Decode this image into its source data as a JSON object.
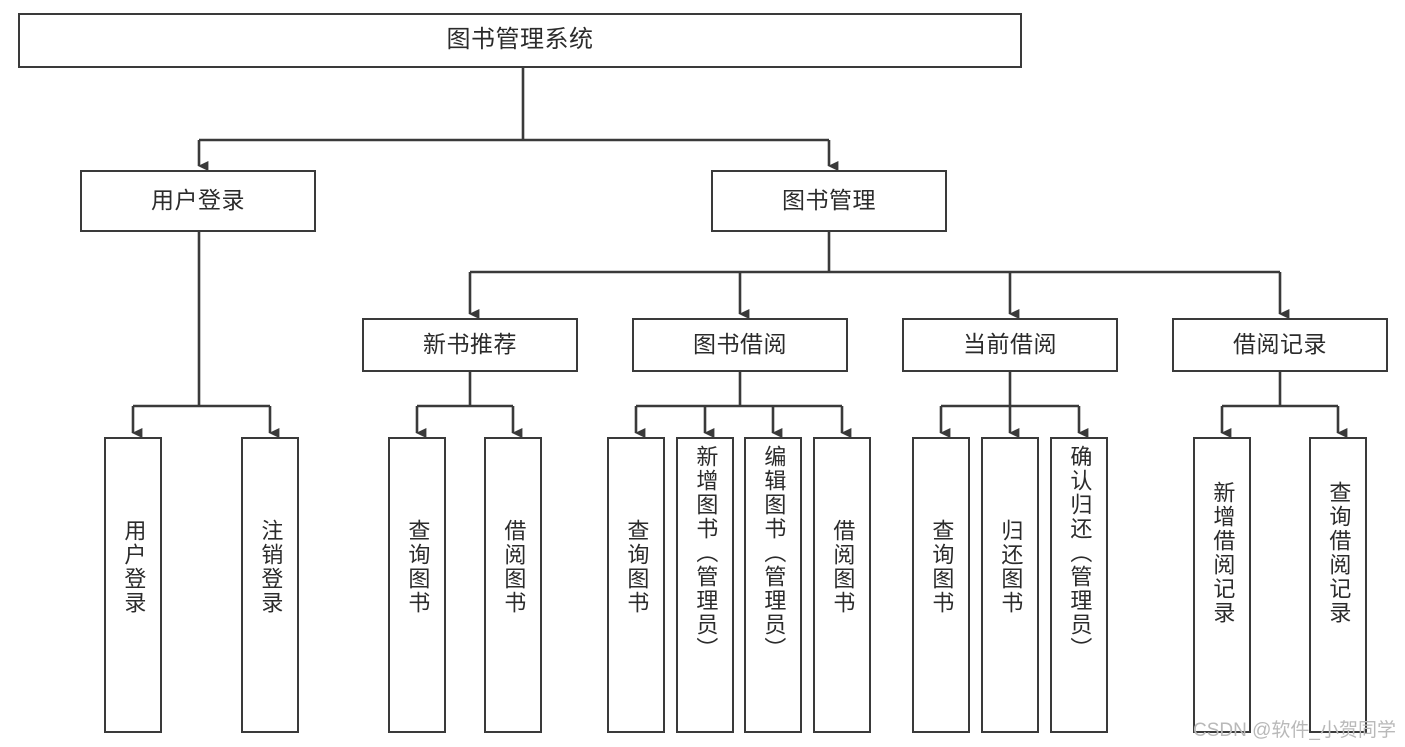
{
  "diagram": {
    "title": "图书管理系统",
    "type": "tree-hierarchy-chart",
    "orientation": "top-down",
    "line_color": "#3a3a3a",
    "box_fill": "#ffffff",
    "text_color": "#2b2b2b",
    "watermark": "CSDN @软件_小贺同学"
  },
  "nodes": {
    "root": {
      "label": "图书管理系统"
    },
    "level2": [
      {
        "label": "用户登录"
      },
      {
        "label": "图书管理"
      }
    ],
    "level3": [
      {
        "label": "新书推荐"
      },
      {
        "label": "图书借阅"
      },
      {
        "label": "当前借阅"
      },
      {
        "label": "借阅记录"
      }
    ],
    "leaves": {
      "user_login": [
        {
          "label": "用户登录"
        },
        {
          "label": "注销登录"
        }
      ],
      "new_book_recommend": [
        {
          "label": "查询图书"
        },
        {
          "label": "借阅图书"
        }
      ],
      "book_borrow": [
        {
          "label": "查询图书"
        },
        {
          "label": "新增图书（管理员）"
        },
        {
          "label": "编辑图书（管理员）"
        },
        {
          "label": "借阅图书"
        }
      ],
      "current_borrow": [
        {
          "label": "查询图书"
        },
        {
          "label": "归还图书"
        },
        {
          "label": "确认归还（管理员）"
        }
      ],
      "borrow_record": [
        {
          "label": "新增借阅记录"
        },
        {
          "label": "查询借阅记录"
        }
      ]
    }
  }
}
